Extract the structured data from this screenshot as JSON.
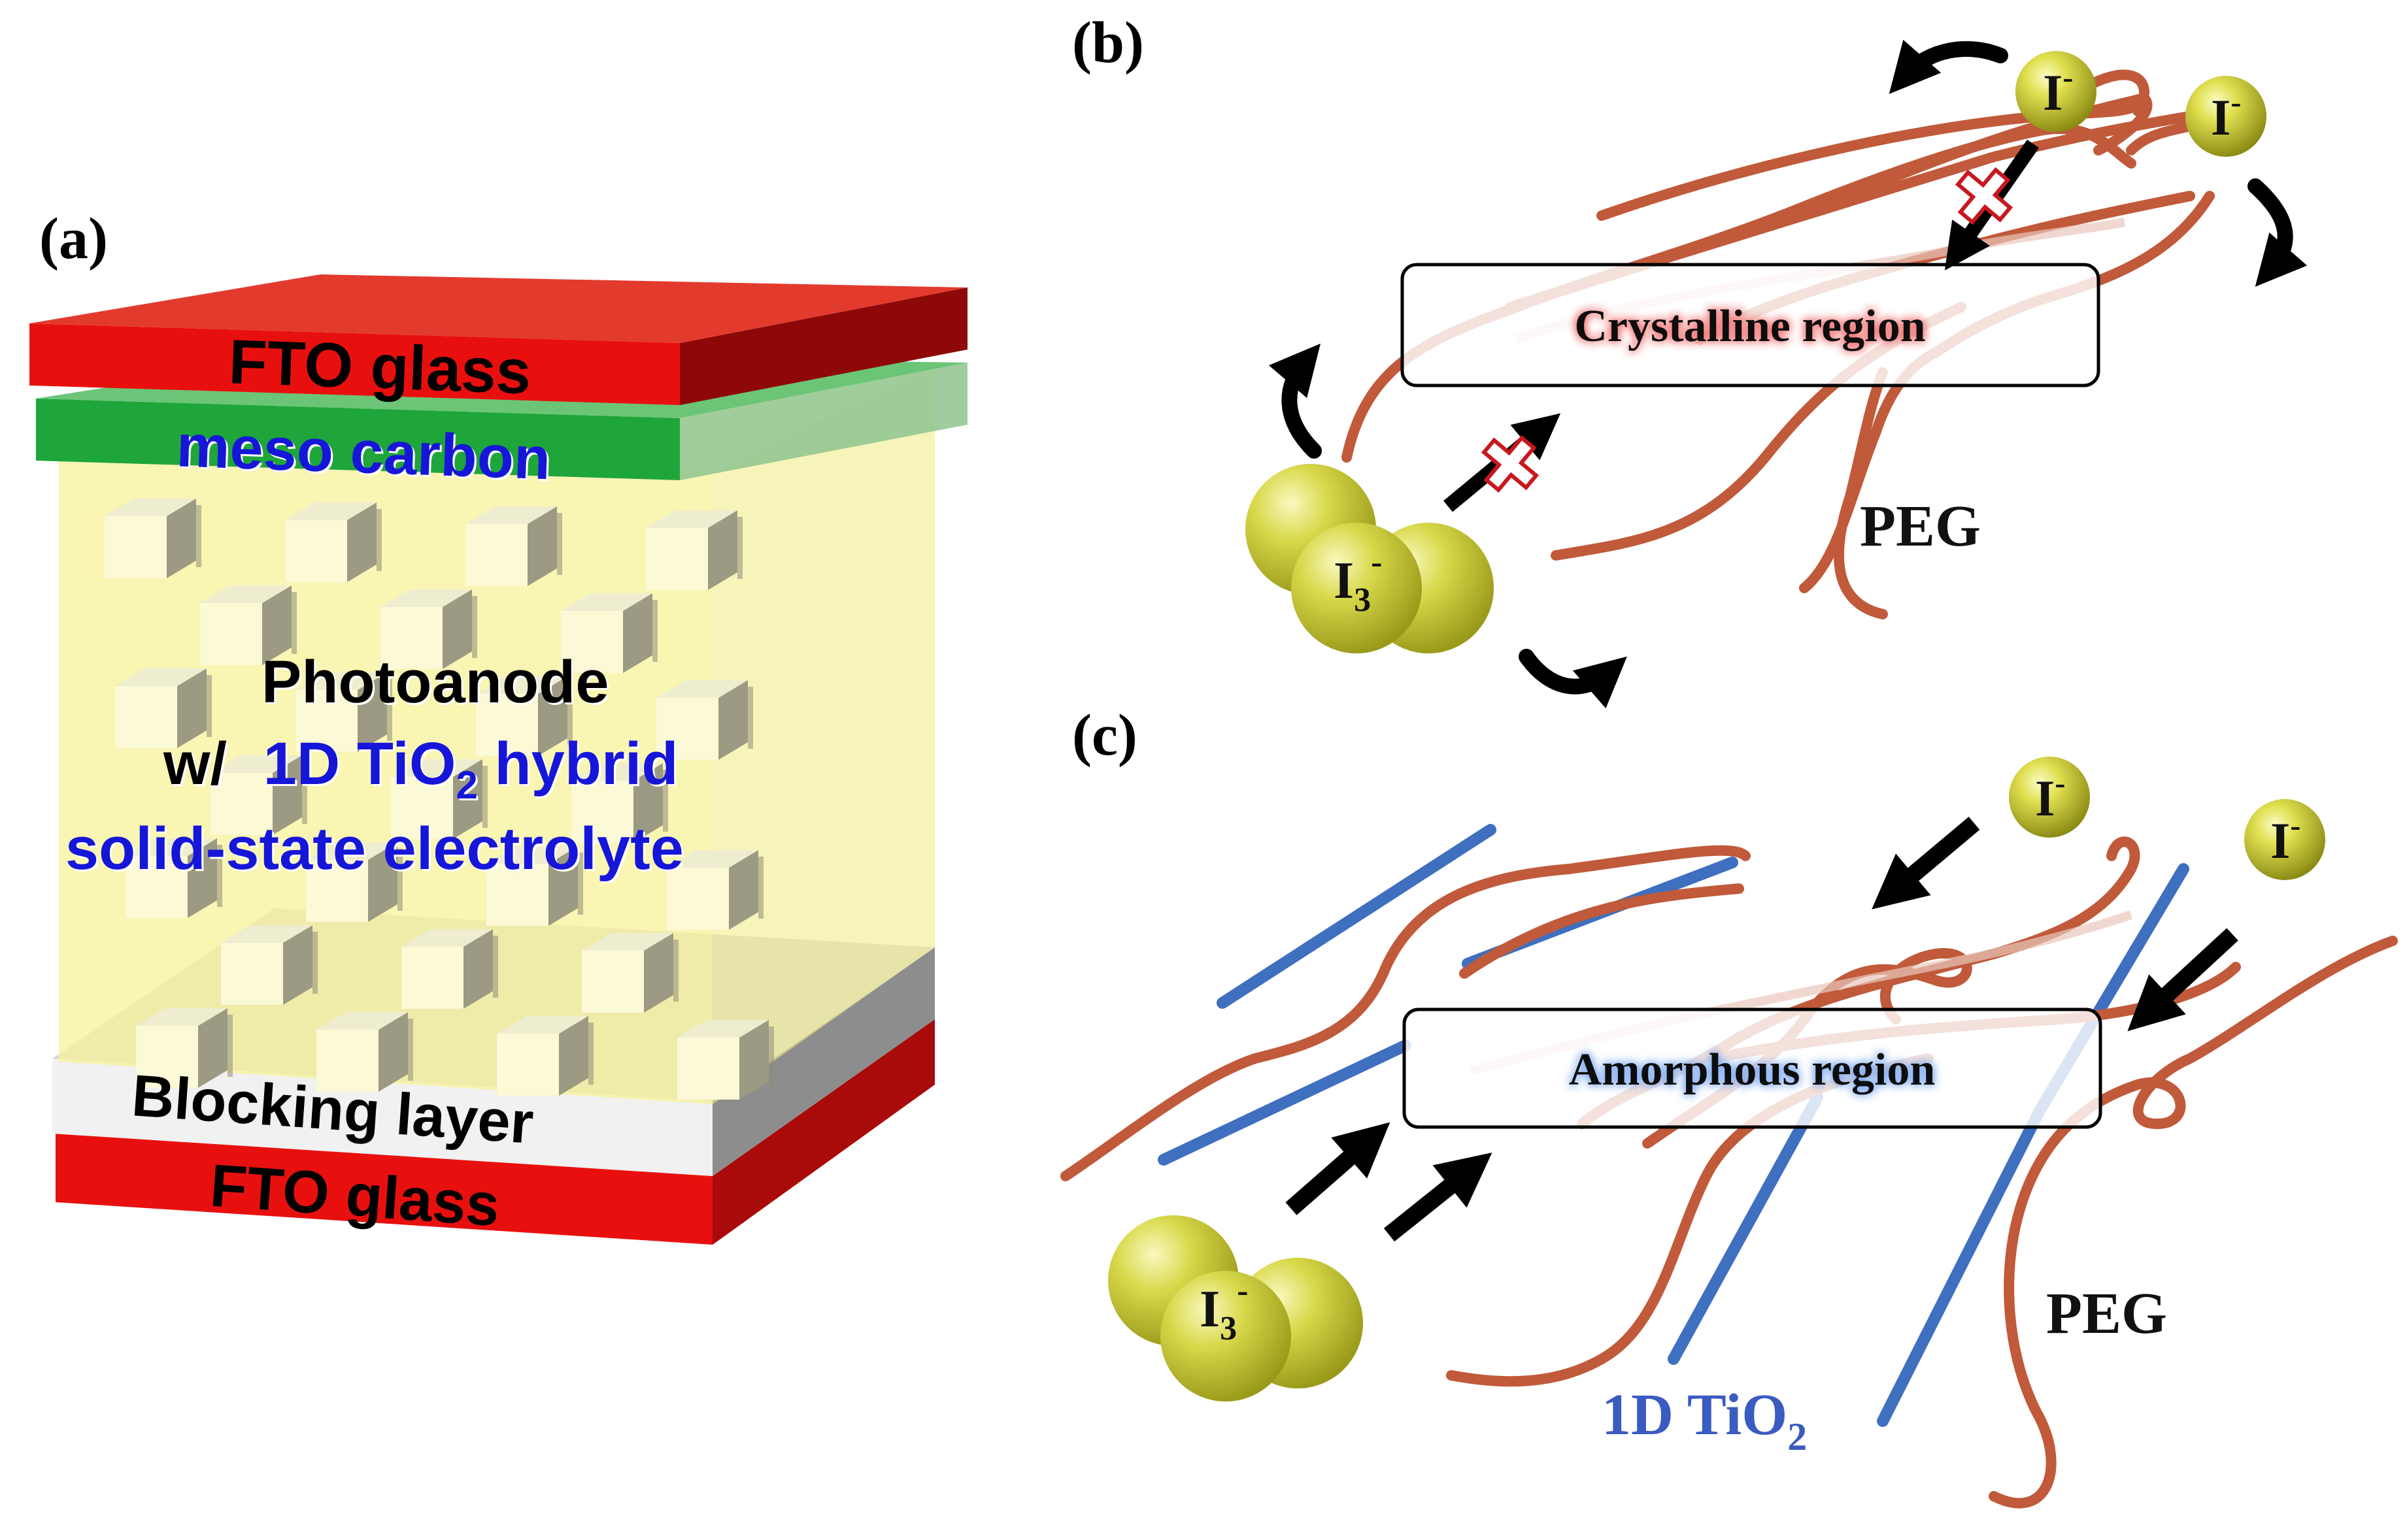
{
  "panel_a": {
    "label": "(a)",
    "top_glass": "FTO glass",
    "carbon": "meso carbon",
    "photoanode": "Photoanode",
    "with_prefix": "w/",
    "hybrid_pre": "1D TiO",
    "hybrid_sub": "2",
    "hybrid_post": " hybrid",
    "electrolyte": "solid-state electrolyte",
    "blocking": "Blocking layer",
    "bottom_glass": "FTO glass"
  },
  "panel_b": {
    "label": "(b)",
    "region": "Crystalline region",
    "polymer": "PEG",
    "ion": "I",
    "ion_sup": "-",
    "triiodide": "I",
    "triiodide_sub": "3",
    "triiodide_sup": "-"
  },
  "panel_c": {
    "label": "(c)",
    "region": "Amorphous region",
    "polymer": "PEG",
    "ion": "I",
    "ion_sup": "-",
    "triiodide": "I",
    "triiodide_sub": "3",
    "triiodide_sup": "-",
    "rod_pre": "1D TiO",
    "rod_sub": "2"
  },
  "colors": {
    "fto_red": "#e8100f",
    "carbon_green": "#1fa63a",
    "electrolyte_yellow": "#fbf7b4",
    "blue_text": "#1515d9",
    "peg_brown": "#c05a3a",
    "tio2_blue": "#3f6fbf",
    "ion_yellow": "#d7d63a",
    "cross_red": "#c8181e"
  }
}
